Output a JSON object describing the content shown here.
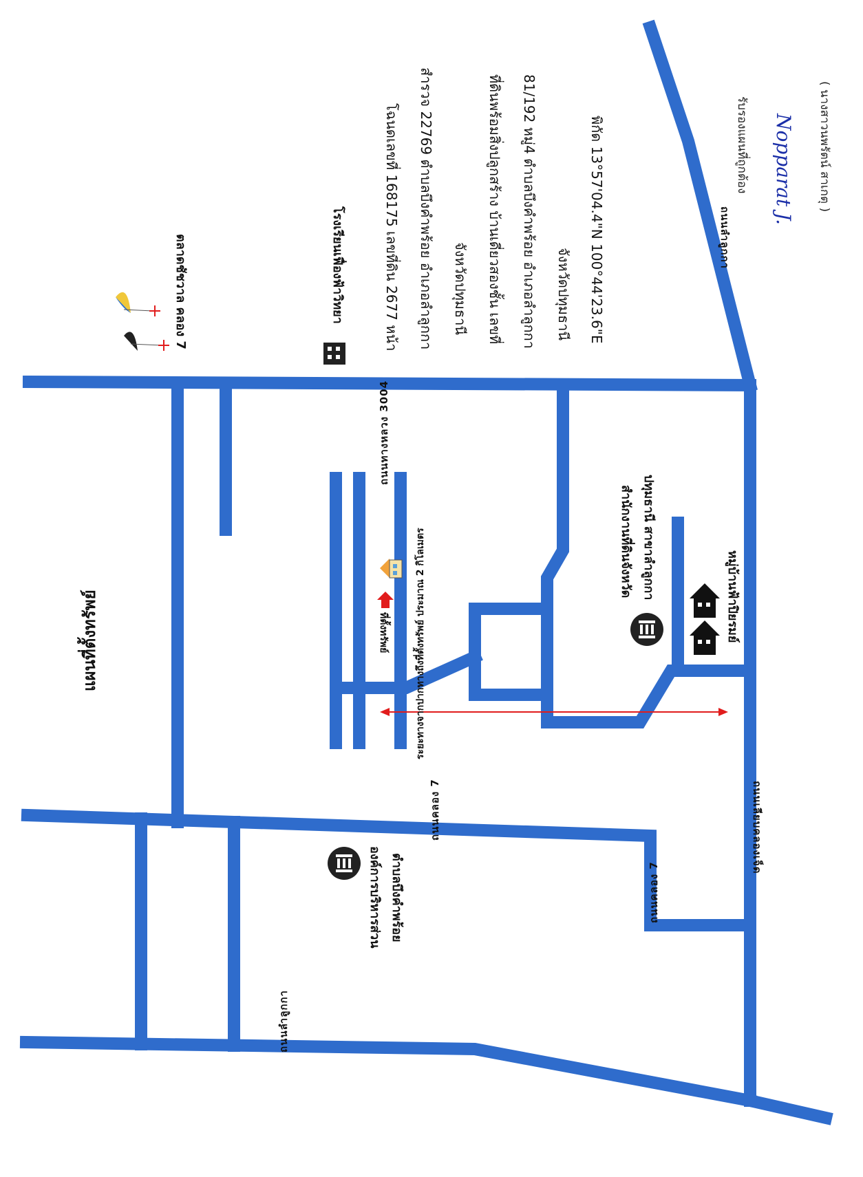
{
  "title": "แผนที่ตั้งทรัพย์",
  "info": {
    "line1": "โฉนดเลขที่ 168175  เลขที่ดิน 2677  หน้า",
    "line2": "สำรวจ 22769 ตำบลบึงคำพร้อย อำเภอลำลูกกา",
    "line3": "จังหวัดปทุมธานี",
    "line4": "ที่ดินพร้อมสิ่งปลูกสร้าง  บ้านเดี่ยวสองชั้น เลขที่",
    "line5": "81/192 หมู่4 ตำบลบึงคำพร้อย อำเภอลำลูกกา",
    "line6": "จังหวัดปทุมธานี",
    "line7": "พิกัด  13°57'04.4\"N 100°44'23.6\"E"
  },
  "places": {
    "market": "ตลาดชัชวาล คลอง 7",
    "school": "โรงเรียนเฟื่องฟ้าวิทยา",
    "land_office_1": "สำนักงานที่ดินจังหวัด",
    "land_office_2": "ปทุมธานี สาขาลำลูกกา",
    "village": "หมู่บ้านฟ้าปิยรมย์",
    "property": "ที่ตั้งทรัพย์",
    "sao_1": "องค์การบริหารส่วน",
    "sao_2": "ตำบลบึงคำพร้อย"
  },
  "roads": {
    "r3004": "ถนนทางหลวง 3004",
    "lamlukka": "ถนนลำลูกกา",
    "khlong7_1": "ถนนคลอง 7",
    "khlong7_2": "ถนนคลอง 7",
    "liabkhlong": "ถนนเลียบคลองเจ็ด",
    "lamlukka_2": "ถนนลำลูกกา"
  },
  "distance_note": "ระยะทางจากปากทางถึงที่ตั้งทรัพย์ ประมาณ 2 กิโลเมตร",
  "certify": {
    "text": "รับรองแผนที่ถูกต้อง",
    "signature": "Nopparat J.",
    "name": "( นางสาวนพรัตน์ สาเกตุ )"
  },
  "colors": {
    "road": "#2f6ccc",
    "arrow": "#e11c1c",
    "icon": "#222222"
  }
}
